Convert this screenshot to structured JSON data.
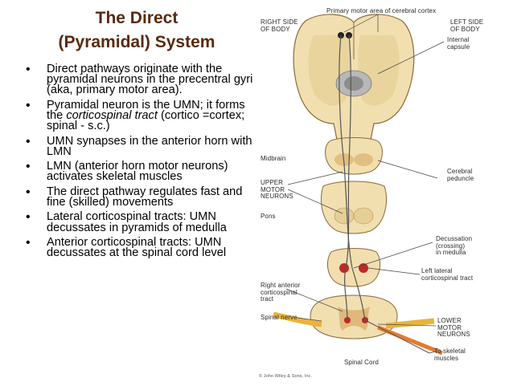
{
  "slide": {
    "title_line1": "The Direct",
    "title_line2": "(Pyramidal) System",
    "bullets": [
      {
        "text": "Direct pathways originate with the pyramidal neurons in the precentral gyri (aka, primary motor area)."
      },
      {
        "pre": "Pyramidal neuron is the UMN; it forms the ",
        "italic": "corticospinal tract",
        "post": " (cortico =cortex; spinal - s.c.)"
      },
      {
        "text": "UMN synapses in the anterior horn with LMN"
      },
      {
        "text": "LMN (anterior horn motor neurons) activates skeletal muscles"
      },
      {
        "text": "The direct pathway regulates fast and fine (skilled) movements"
      },
      {
        "text": "Lateral corticospinal tracts: UMN decussates in pyramids of medulla"
      },
      {
        "text": "Anterior corticospinal tracts: UMN decussates at the spinal cord level"
      }
    ]
  },
  "figure": {
    "labels": {
      "primary_motor": "Primary motor area of cerebral cortex",
      "right_side_1": "RIGHT SIDE",
      "right_side_2": "OF BODY",
      "left_side_1": "LEFT SIDE",
      "left_side_2": "OF BODY",
      "internal_1": "Internal",
      "internal_2": "capsule",
      "midbrain": "Midbrain",
      "umn_1": "UPPER",
      "umn_2": "MOTOR",
      "umn_3": "NEURONS",
      "cerebral_1": "Cerebral",
      "cerebral_2": "peduncle",
      "pons": "Pons",
      "decussation_1": "Decussation",
      "decussation_2": "(crossing)",
      "decussation_3": "in medulla",
      "left_lateral_1": "Left lateral",
      "left_lateral_2": "corticospinal tract",
      "right_anterior_1": "Right anterior",
      "right_anterior_2": "corticospinal",
      "right_anterior_3": "tract",
      "spinal_nerve": "Spinal nerve",
      "lmn_1": "LOWER",
      "lmn_2": "MOTOR",
      "lmn_3": "NEURONS",
      "skeletal_1": "To skeletal",
      "skeletal_2": "muscles",
      "spinal_cord": "Spinal Cord",
      "copyright": "© John Wiley & Sons, Inc."
    },
    "colors": {
      "title": "#5a2a0e",
      "tissue": "#f1dfb0",
      "tissue_dark": "#d6b77a",
      "tract": "#c0282a",
      "nerve": "#e8b43a"
    }
  }
}
